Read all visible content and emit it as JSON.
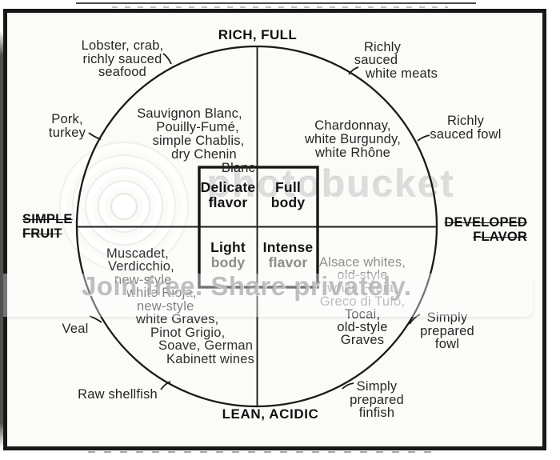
{
  "axes": {
    "top": "RICH, FULL",
    "bottom": "LEAN, ACIDIC",
    "left": [
      "SIMPLE",
      "FRUIT"
    ],
    "right": [
      "DEVELOPED",
      "FLAVOR"
    ]
  },
  "matrix": {
    "delicate": [
      "Delicate",
      "flavor"
    ],
    "full": [
      "Full",
      "body"
    ],
    "light": [
      "Light",
      "body"
    ],
    "intense": [
      "Intense",
      "flavor"
    ]
  },
  "foods": {
    "lobster": [
      "Lobster, crab,",
      "richly sauced",
      "seafood"
    ],
    "pork": [
      "Pork,",
      "turkey"
    ],
    "white_meats": [
      "Richly",
      "sauced",
      "white meats"
    ],
    "richly_sauced_fowl": [
      "Richly",
      "sauced fowl"
    ],
    "veal": "Veal",
    "raw_shellfish": "Raw shellfish",
    "simply_prepared_fowl": [
      "Simply",
      "prepared",
      "fowl"
    ],
    "simply_prepared_finfish": [
      "Simply",
      "prepared",
      "finfish"
    ]
  },
  "wines": {
    "top_left": [
      "Sauvignon Blanc,",
      "Pouilly-Fumé,",
      "simple Chablis,",
      "dry Chenin",
      "Blanc"
    ],
    "top_right": [
      "Chardonnay,",
      "white Burgundy,",
      "white Rhône"
    ],
    "bottom_left": [
      "Muscadet,",
      "Verdicchio,",
      "new-style",
      "white Rioja,",
      "new-style",
      "white Graves,",
      "Pinot Grigio,",
      "Soave, German",
      "Kabinett wines"
    ],
    "bottom_right": [
      "Alsace whites,",
      "old-style",
      "white Rioja,",
      "Greco di Tufo,",
      "Tocai,",
      "old-style",
      "Graves"
    ]
  },
  "watermark": {
    "brand": "photobucket",
    "tagline": "Join free. Share privately."
  },
  "colors": {
    "ink": "#1a1a1a",
    "paper": "#fbfbf8",
    "faded_text": "#8d8d8d",
    "watermark_gray": "#949494"
  }
}
